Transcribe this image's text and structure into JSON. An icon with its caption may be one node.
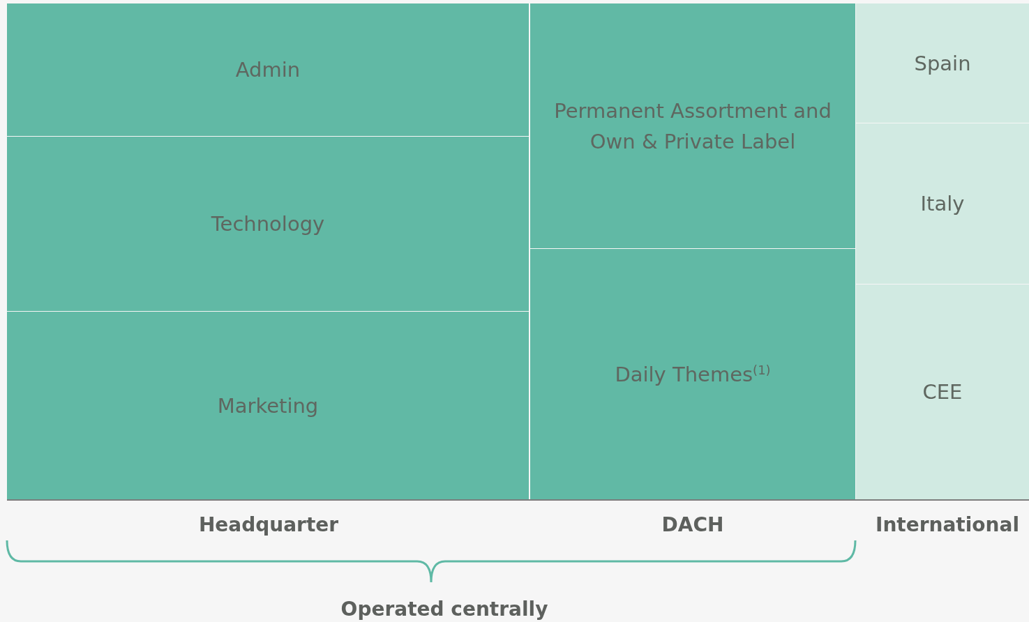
{
  "diagram": {
    "nodes": [
      {
        "text": [
          "Admin"
        ]
      },
      {
        "text": [
          "Technology"
        ]
      },
      {
        "text": [
          "Marketing"
        ]
      },
      {
        "text": [
          "Permanent Assortment and Own & Private Label"
        ]
      },
      {
        "text": [
          "Daily Themes$^{(1)}$"
        ]
      },
      {
        "text": [
          "Spain"
        ]
      },
      {
        "text": [
          "Italy"
        ]
      },
      {
        "text": [
          "CEE"
        ]
      }
    ],
    "labels": [
      "Headquarter",
      "DACH",
      "International",
      "Operated centrally"
    ]
  }
}
